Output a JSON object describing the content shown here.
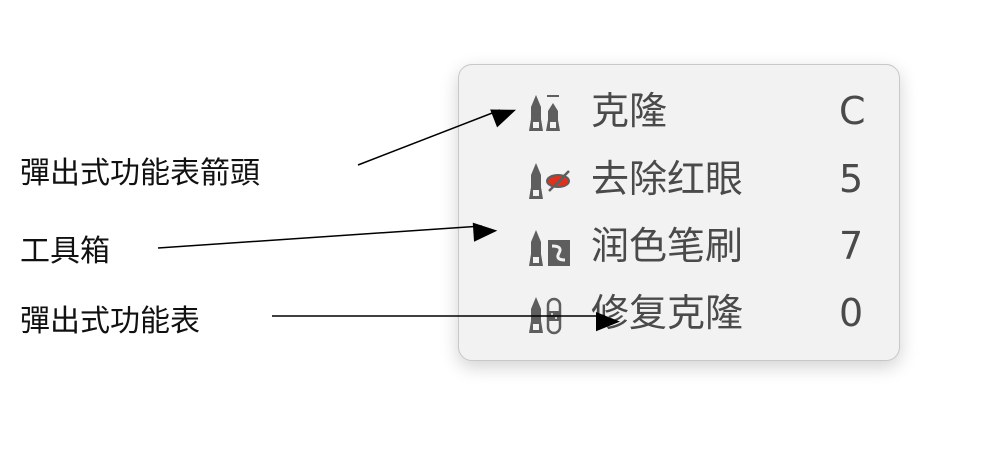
{
  "menu": {
    "items": [
      {
        "label": "克隆",
        "shortcut": "C",
        "icon": "clone-stamp-icon"
      },
      {
        "label": "去除红眼",
        "shortcut": "5",
        "icon": "red-eye-icon"
      },
      {
        "label": "润色笔刷",
        "shortcut": "7",
        "icon": "retouch-brush-icon"
      },
      {
        "label": "修复克隆",
        "shortcut": "0",
        "icon": "repair-clone-icon"
      }
    ]
  },
  "callouts": {
    "popup_arrow": "彈出式功能表箭頭",
    "toolbox": "工具箱",
    "popup_menu": "彈出式功能表"
  },
  "colors": {
    "icon": "#5e5e5e",
    "red_eye": "#e0301e"
  }
}
